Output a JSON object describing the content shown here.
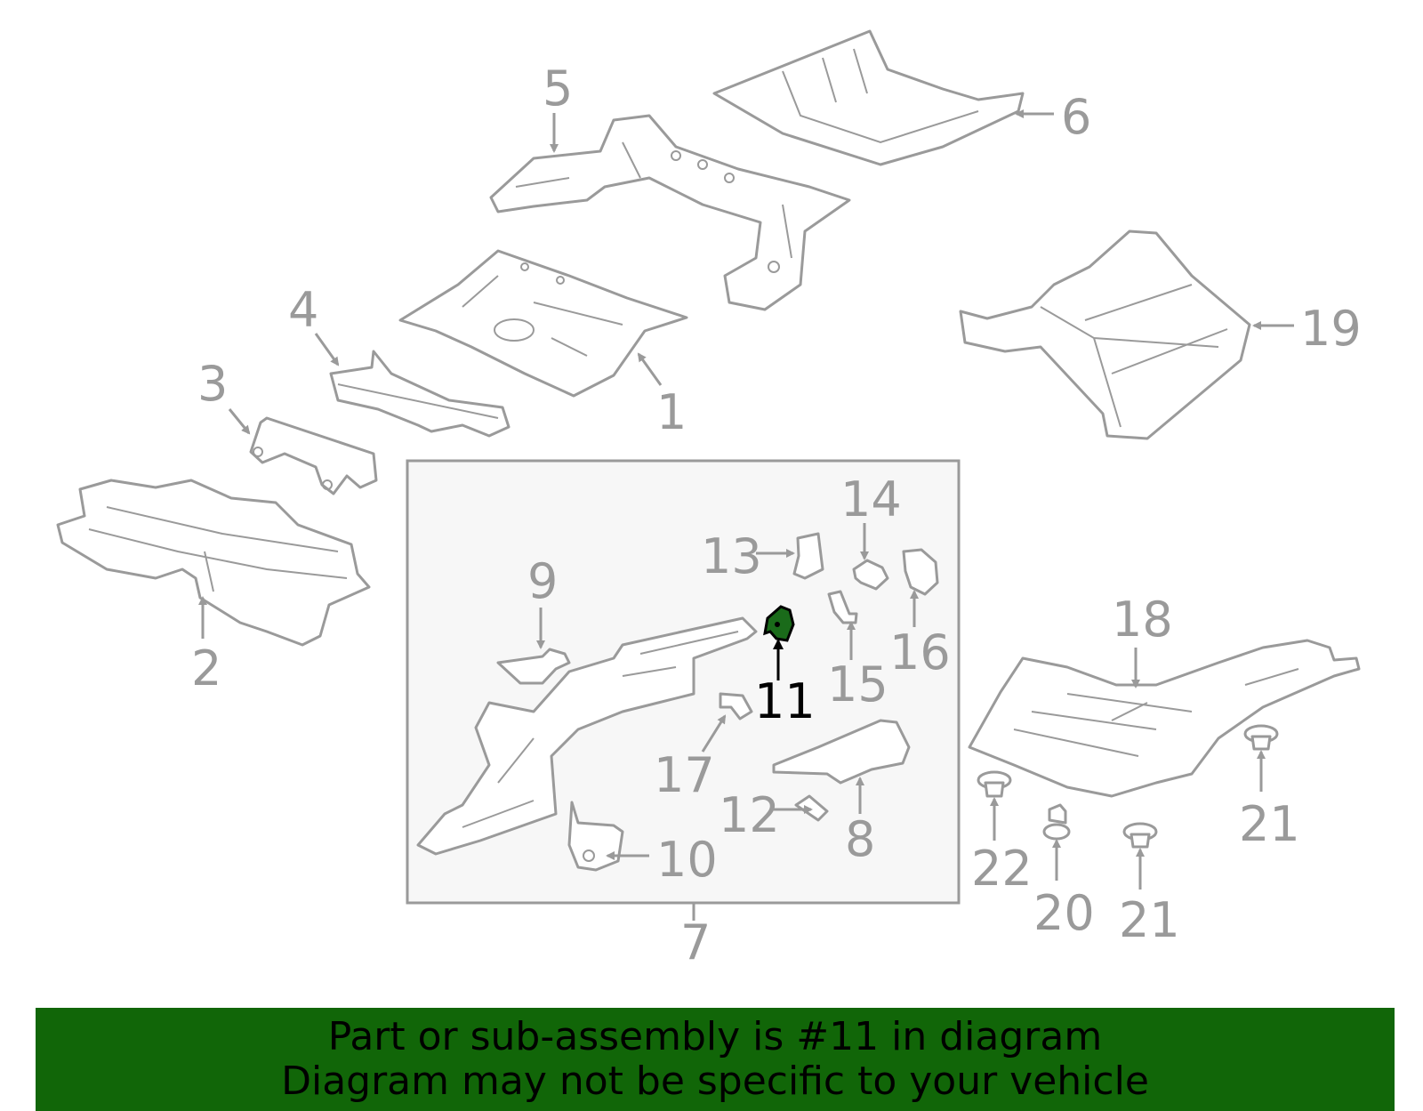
{
  "diagram": {
    "highlighted_part": "11",
    "highlight_color": "#1a6b1a",
    "frame_color": "#f7f7f7",
    "line_color": "#9a9a9a",
    "callouts": [
      "1",
      "2",
      "3",
      "4",
      "5",
      "6",
      "7",
      "8",
      "9",
      "10",
      "11",
      "12",
      "13",
      "14",
      "15",
      "16",
      "17",
      "18",
      "19",
      "20",
      "21",
      "21",
      "22"
    ]
  },
  "banner": {
    "background": "#116608",
    "line1": "Part or sub-assembly is #11 in diagram",
    "line2": "Diagram may not be specific to your vehicle"
  }
}
